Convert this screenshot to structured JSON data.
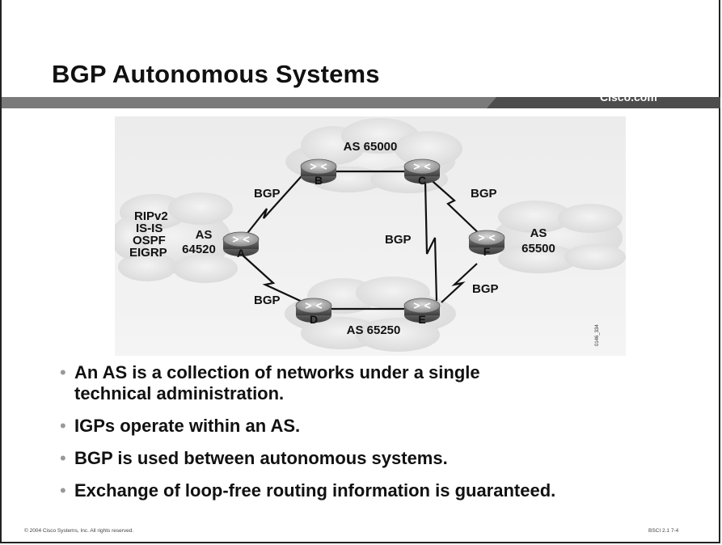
{
  "slide": {
    "title": "BGP Autonomous Systems",
    "brand": "Cisco.com",
    "footer_left": "© 2004 Cisco Systems, Inc. All rights reserved.",
    "footer_right": "BSCI 2.1   7-4",
    "figure_id": "0146_334"
  },
  "diagram": {
    "clouds": {
      "top": "AS 65000",
      "bottom": "AS 65250",
      "left_as": "AS",
      "left_num": "64520",
      "right_as": "AS",
      "right_num": "65500"
    },
    "igp_list": [
      "RIPv2",
      "IS-IS",
      "OSPF",
      "EIGRP"
    ],
    "routers": {
      "a": "A",
      "b": "B",
      "c": "C",
      "d": "D",
      "e": "E",
      "f": "F"
    },
    "link_labels": {
      "ab": "BGP",
      "ad": "BGP",
      "cf": "BGP",
      "ce": "BGP",
      "ef": "BGP"
    }
  },
  "bullets": [
    {
      "line1": "An AS is a collection of networks under a single",
      "line2": "technical administration."
    },
    {
      "line1": "IGPs operate within an AS."
    },
    {
      "line1": "BGP is used between autonomous systems."
    },
    {
      "line1": "Exchange of loop-free routing information is guaranteed."
    }
  ]
}
